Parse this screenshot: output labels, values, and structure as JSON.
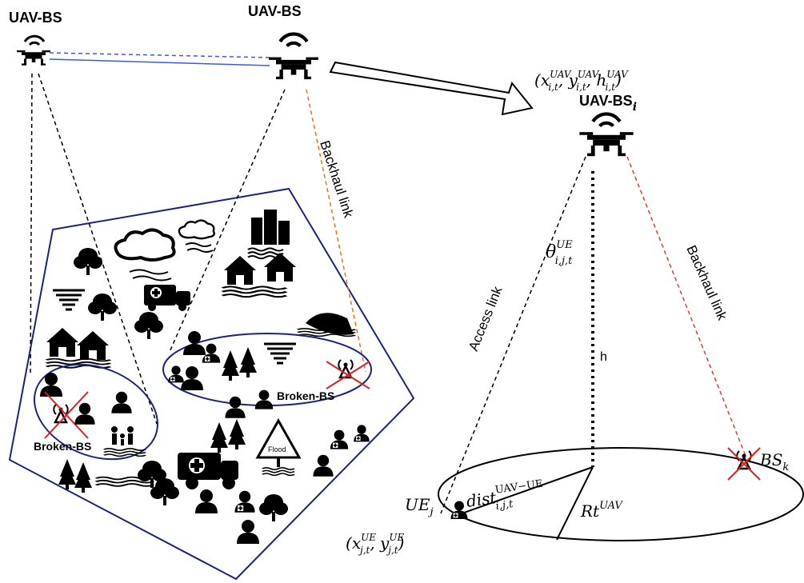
{
  "labels": {
    "uav_left": "UAV-BS",
    "uav_top": "UAV-BS",
    "uav_right": "UAV-BS",
    "uav_right_sub": "i",
    "uav_coord": "(x",
    "backhaul_top": "Backhaul link",
    "backhaul_right": "Backhaul link",
    "access_link": "Access link",
    "theta": "θ",
    "theta_sup": "UE",
    "theta_sub": "i,j,t",
    "h": "h",
    "dist": "dist",
    "dist_sup": "UAV−UE",
    "dist_sub": "i,j,t",
    "rt": "Rt",
    "rt_sup": "UAV",
    "ue": "UE",
    "ue_sub": "j",
    "bs": "BS",
    "bs_sub": "k",
    "broken_bs_1": "Broken-BS",
    "broken_bs_2": "Broken-BS",
    "flood_sign": "Flood"
  },
  "coords": {
    "uav_x": "x",
    "uav_y": "y",
    "uav_h": "h",
    "uav_sup": "UAV",
    "uav_sub": "i,t",
    "ue_x": "x",
    "ue_y": "y",
    "ue_sup": "UE",
    "ue_sub": "j,t"
  },
  "colors": {
    "region": "#1a237e",
    "link_blue": "#3b5bdb",
    "backhaul_orange": "#e8711a",
    "backhaul_red": "#e53935",
    "cross": "#e02020"
  }
}
